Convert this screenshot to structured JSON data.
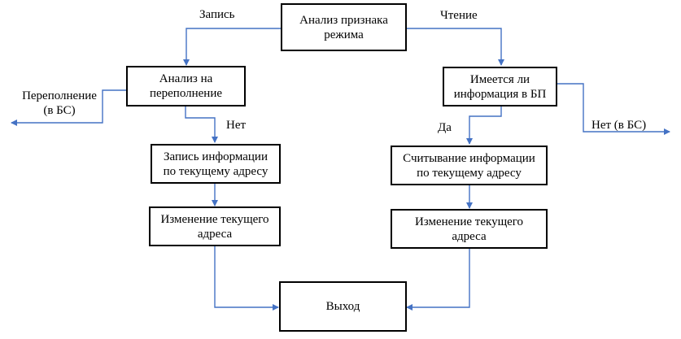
{
  "boxes": {
    "mode": [
      "Анализ признака",
      "режима"
    ],
    "overflow": [
      "Анализ на",
      "переполнение"
    ],
    "has_info": [
      "Имеется ли",
      "информация в БП"
    ],
    "write": [
      "Запись информации",
      "по текущему адресу"
    ],
    "read": [
      "Считывание информации",
      "по текущему адресу"
    ],
    "addr_left": [
      "Изменение текущего",
      "адреса"
    ],
    "addr_right": [
      "Изменение текущего",
      "адреса"
    ],
    "exit": [
      "Выход"
    ]
  },
  "labels": {
    "write": "Запись",
    "read": "Чтение",
    "overflow_bs": [
      "Переполнение",
      "(в БС)"
    ],
    "no_left": "Нет",
    "yes_right": "Да",
    "no_bs": "Нет (в БС)"
  },
  "colors": {
    "arrow": "#4472c4",
    "border": "#000000"
  }
}
